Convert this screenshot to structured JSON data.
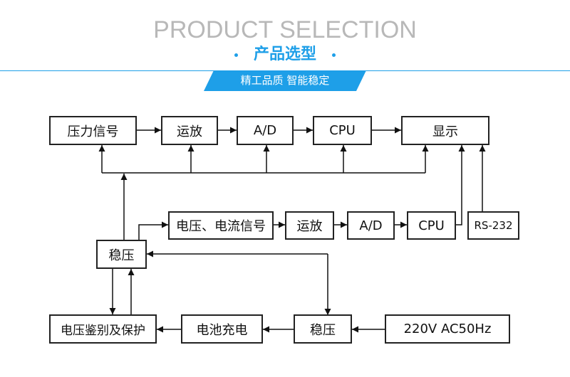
{
  "header": {
    "title_en": "PRODUCT SELECTION",
    "title_cn": "产品选型",
    "tagline": "精工品质  智能稳定"
  },
  "diagram": {
    "nodes": {
      "pressure": "压力信号",
      "amp1": "运放",
      "ad1": "A/D",
      "cpu1": "CPU",
      "display": "显示",
      "vi_signal": "电压、电流信号",
      "amp2": "运放",
      "ad2": "A/D",
      "cpu2": "CPU",
      "rs232": "RS-232",
      "reg1": "稳压",
      "protect": "电压鉴别及保护",
      "charge": "电池充电",
      "reg2": "稳压",
      "ac": "220V  AC50Hz"
    }
  }
}
